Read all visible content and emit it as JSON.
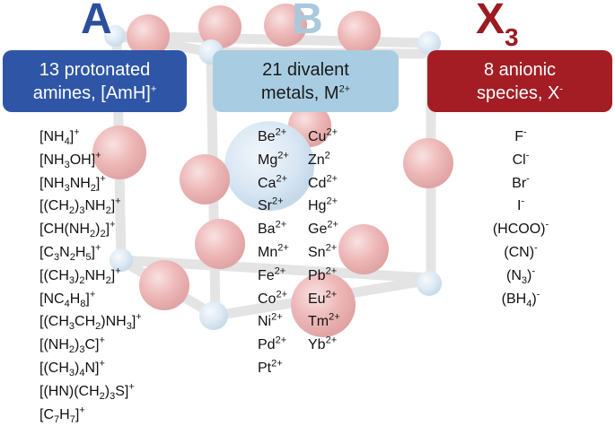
{
  "letters": {
    "a": {
      "text": "A",
      "color": "#2a4f9e"
    },
    "b": {
      "text": "B",
      "color": "#a9c9dc"
    },
    "x": {
      "text": "X",
      "sub": "3",
      "color": "#9a1b21"
    }
  },
  "headers": {
    "a": {
      "line1": "13 protonated",
      "line2_html": "amines, [AmH]<sup>+</sup>",
      "color": "#2e55a6",
      "text_color": "#ffffff"
    },
    "b": {
      "line1": "21 divalent",
      "line2_html": "metals, M<sup>2+</sup>",
      "color": "#a8cde2",
      "text_color": "#1a1a1a"
    },
    "x": {
      "line1": "8 anionic",
      "line2_html": "species, X<sup>-</sup>",
      "color": "#a41d24",
      "text_color": "#ffffff"
    }
  },
  "amines": [
    "[NH<sub>4</sub>]<sup>+</sup>",
    "[NH<sub>3</sub>OH]<sup>+</sup>",
    "[NH<sub>3</sub>NH<sub>2</sub>]<sup>+</sup>",
    "[(CH<sub>2</sub>)<sub>3</sub>NH<sub>2</sub>]<sup>+</sup>",
    "[CH(NH<sub>2</sub>)<sub>2</sub>]<sup>+</sup>",
    "[C<sub>3</sub>N<sub>2</sub>H<sub>5</sub>]<sup>+</sup>",
    "[(CH<sub>3</sub>)<sub>2</sub>NH<sub>2</sub>]<sup>+</sup>",
    "[NC<sub>4</sub>H<sub>8</sub>]<sup>+</sup>",
    "[(CH<sub>3</sub>CH<sub>2</sub>)NH<sub>3</sub>]<sup>+</sup>",
    "[(NH<sub>2</sub>)<sub>3</sub>C]<sup>+</sup>",
    "[(CH<sub>3</sub>)<sub>4</sub>N]<sup>+</sup>",
    "[(HN)(CH<sub>2</sub>)<sub>3</sub>S]<sup>+</sup>",
    "[C<sub>7</sub>H<sub>7</sub>]<sup>+</sup>"
  ],
  "metals_col1": [
    "Be<sup>2+</sup>",
    "Mg<sup>2+</sup>",
    "Ca<sup>2+</sup>",
    "Sr<sup>2+</sup>",
    "Ba<sup>2+</sup>",
    "Mn<sup>2+</sup>",
    "Fe<sup>2+</sup>",
    "Co<sup>2+</sup>",
    "Ni<sup>2+</sup>",
    "Pd<sup>2+</sup>",
    "Pt<sup>2+</sup>"
  ],
  "metals_col2": [
    "Cu<sup>2+</sup>",
    "Zn<sup>2</sup>",
    "Cd<sup>2+</sup>",
    "Hg<sup>2+</sup>",
    "Ge<sup>2+</sup>",
    "Sn<sup>2+</sup>",
    "Pb<sup>2+</sup>",
    "Eu<sup>2+</sup>",
    "Tm<sup>2+</sup>",
    "Yb<sup>2+</sup>"
  ],
  "anions": [
    "F<sup>-</sup>",
    "Cl<sup>-</sup>",
    "Br<sup>-</sup>",
    "I<sup>-</sup>",
    "(HCOO)<sup>-</sup>",
    "(CN)<sup>-</sup>",
    "(N<sub>3</sub>)<sup>-</sup>",
    "(BH<sub>4</sub>)<sup>-</sup>"
  ],
  "colors": {
    "red_atom": "#e6a3a3",
    "blue_atom": "#cfe0ee",
    "bond": "#d9d9d9"
  }
}
